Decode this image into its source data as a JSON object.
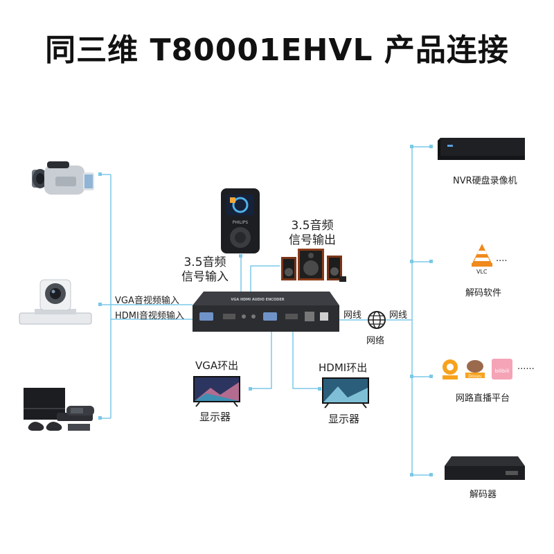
{
  "title": "同三维 T80001EHVL  产品连接",
  "labels": {
    "audio_in_line1": "3.5音频",
    "audio_in_line2": "信号输入",
    "audio_out_line1": "3.5音频",
    "audio_out_line2": "信号输出",
    "vga_input": "VGA音视频输入",
    "hdmi_input": "HDMI音视频输入",
    "network_left": "网线",
    "network_right": "网线",
    "network_center": "网络",
    "vga_loop": "VGA环出",
    "hdmi_loop": "HDMI环出",
    "monitor_vga": "显示器",
    "monitor_hdmi": "显示器",
    "nvr": "NVR硬盘录像机",
    "vlc_software": "解码软件",
    "live_platform": "网路直播平台",
    "decoder": "解码器"
  },
  "logos": {
    "vlc": "VLC",
    "vlc_dots": "....",
    "platform_dots": "......",
    "player_brand": "PHILIPS",
    "douyu": "Douyu",
    "bilibili": "bilibili"
  },
  "colors": {
    "line": "#7ac8e8",
    "encoder_body": "#2b2d31",
    "accent_orange": "#f08a1c"
  },
  "icons": [
    "camcorder-icon",
    "ptz-camera-icon",
    "game-console-icon",
    "audio-player-icon",
    "speakers-icon",
    "encoder-device",
    "globe-icon",
    "monitor-icon",
    "nvr-icon",
    "vlc-icon",
    "live-platform-icons",
    "decoder-icon"
  ]
}
